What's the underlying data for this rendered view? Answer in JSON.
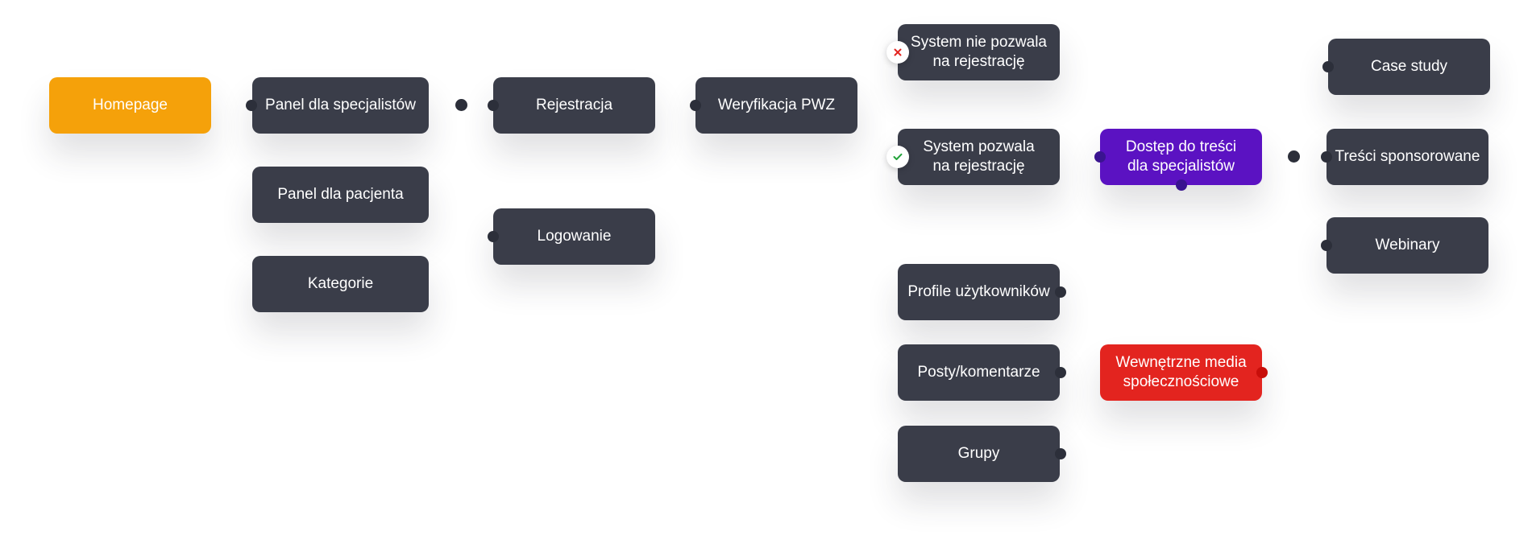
{
  "nodes": {
    "homepage": "Homepage",
    "panel_specjalistow": "Panel dla specjalistów",
    "panel_pacjenta": "Panel dla pacjenta",
    "kategorie": "Kategorie",
    "rejestracja": "Rejestracja",
    "logowanie": "Logowanie",
    "weryfikacja": "Weryfikacja PWZ",
    "system_nie": "System nie pozwala\nna rejestrację",
    "system_tak": "System pozwala\nna rejestrację",
    "dostep": "Dostęp do treści\ndla specjalistów",
    "profile": "Profile użytkowników",
    "posty": "Posty/komentarze",
    "grupy": "Grupy",
    "media": "Wewnętrzne media\nspołecznościowe",
    "case_study": "Case study",
    "tresci": "Treści sponsorowane",
    "webinary": "Webinary"
  },
  "colors": {
    "node_dark": "#3a3d49",
    "node_homepage": "#f5a10a",
    "node_dostep": "#5b12c2",
    "node_media": "#e3241f",
    "badge_reject": "#e3241f",
    "badge_accept": "#22a33a"
  },
  "icons": {
    "reject_badge": "x-icon",
    "accept_badge": "check-icon"
  }
}
